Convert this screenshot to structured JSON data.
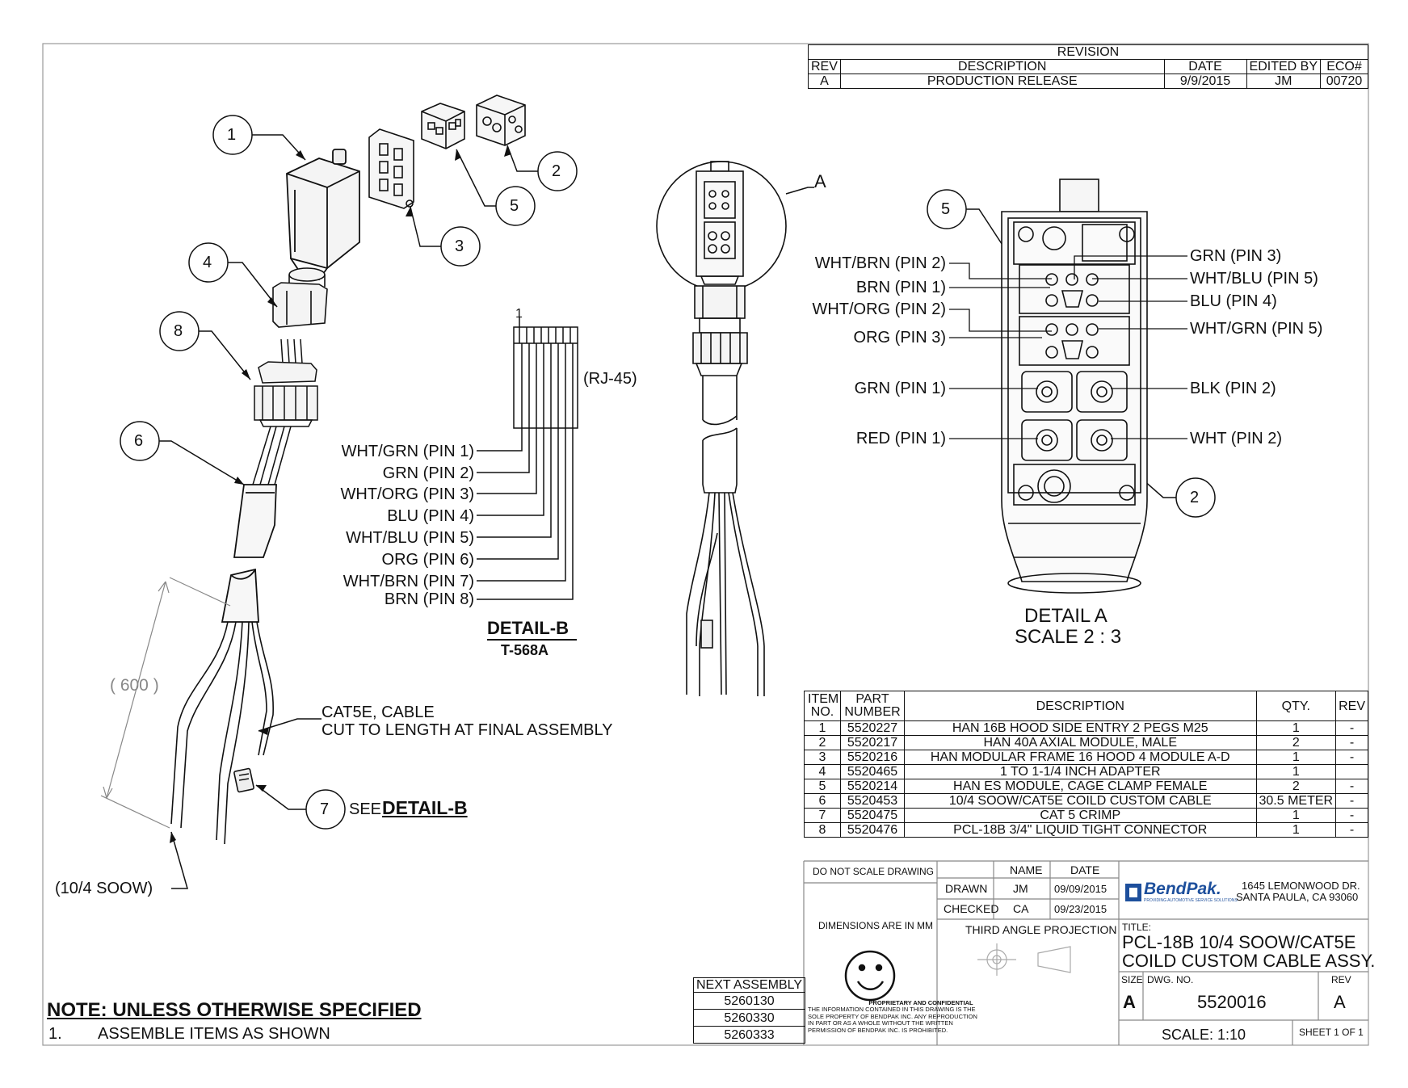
{
  "revision": {
    "title": "REVISION",
    "headers": [
      "REV",
      "DESCRIPTION",
      "DATE",
      "EDITED BY",
      "ECO#"
    ],
    "rows": [
      [
        "A",
        "PRODUCTION RELEASE",
        "9/9/2015",
        "JM",
        "00720"
      ]
    ]
  },
  "balloons": [
    "1",
    "2",
    "3",
    "4",
    "5",
    "6",
    "7",
    "8",
    "5",
    "2"
  ],
  "detail_a_marker": "A",
  "rj45": {
    "pin_one": "1",
    "label": "(RJ-45)",
    "pins": [
      "WHT/GRN (PIN 1)",
      "GRN (PIN 2)",
      "WHT/ORG (PIN 3)",
      "BLU (PIN 4)",
      "WHT/BLU (PIN 5)",
      "ORG (PIN 6)",
      "WHT/BRN (PIN 7)",
      "BRN (PIN 8)"
    ],
    "detail_title": "DETAIL-B",
    "detail_sub": "T-568A"
  },
  "detail_a": {
    "left_labels": [
      "WHT/BRN (PIN 2)",
      "BRN (PIN 1)",
      "WHT/ORG (PIN 2)",
      "ORG (PIN 3)",
      "GRN (PIN 1)",
      "RED (PIN 1)"
    ],
    "right_labels": [
      "GRN (PIN 3)",
      "WHT/BLU (PIN 5)",
      "BLU (PIN 4)",
      "WHT/GRN (PIN 5)",
      "BLK (PIN 2)",
      "WHT (PIN 2)"
    ],
    "title": "DETAIL A",
    "scale": "SCALE 2 : 3"
  },
  "cable": {
    "length": "( 600 )",
    "cat5_line1": "CAT5E, CABLE",
    "cat5_line2": "CUT TO LENGTH AT FINAL ASSEMBLY",
    "see": "SEE",
    "see_detail": "DETAIL-B",
    "soow": "(10/4 SOOW)"
  },
  "bom": {
    "headers": [
      "ITEM NO.",
      "PART NUMBER",
      "DESCRIPTION",
      "QTY.",
      "REV"
    ],
    "rows": [
      [
        "1",
        "5520227",
        "HAN 16B HOOD SIDE ENTRY 2 PEGS M25",
        "1",
        "-"
      ],
      [
        "2",
        "5520217",
        "HAN 40A AXIAL MODULE, MALE",
        "2",
        "-"
      ],
      [
        "3",
        "5520216",
        "HAN MODULAR FRAME 16 HOOD 4 MODULE A-D",
        "1",
        "-"
      ],
      [
        "4",
        "5520465",
        "1 TO 1-1/4 INCH ADAPTER",
        "1",
        ""
      ],
      [
        "5",
        "5520214",
        "HAN ES MODULE, CAGE CLAMP FEMALE",
        "2",
        "-"
      ],
      [
        "6",
        "5520453",
        "10/4 SOOW/CAT5E COILD CUSTOM CABLE",
        "30.5 METER",
        "-"
      ],
      [
        "7",
        "5520475",
        "CAT 5 CRIMP",
        "1",
        "-"
      ],
      [
        "8",
        "5520476",
        "PCL-18B 3/4\" LIQUID TIGHT CONNECTOR",
        "1",
        "-"
      ]
    ]
  },
  "next_assembly": {
    "title": "NEXT ASSEMBLY",
    "rows": [
      "5260130",
      "5260330",
      "5260333"
    ]
  },
  "title_block": {
    "do_not_scale": "DO NOT SCALE DRAWING",
    "name": "NAME",
    "date": "DATE",
    "drawn": "DRAWN",
    "drawn_name": "JM",
    "drawn_date": "09/09/2015",
    "checked": "CHECKED",
    "checked_name": "CA",
    "checked_date": "09/23/2015",
    "dimensions": "DIMENSIONS ARE IN MM",
    "projection": "THIRD ANGLE PROJECTION",
    "company": "BendPak.",
    "tagline": "PROVIDING AUTOMOTIVE SERVICE SOLUTIONS",
    "address1": "1645 LEMONWOOD DR.",
    "address2": "SANTA PAULA, CA 93060",
    "title_label": "TITLE:",
    "title1": "PCL-18B 10/4 SOOW/CAT5E",
    "title2": "COILD CUSTOM CABLE ASSY.",
    "size_label": "SIZE",
    "dwg_label": "DWG.  NO.",
    "rev_label": "REV",
    "size": "A",
    "dwg_no": "5520016",
    "rev": "A",
    "scale": "SCALE: 1:10",
    "sheet": "SHEET 1 OF 1",
    "prop_title": "PROPRIETARY AND CONFIDENTIAL",
    "prop_text": "THE INFORMATION CONTAINED IN THIS DRAWING IS THE SOLE PROPERTY OF BENDPAK INC. ANY REPRODUCTION IN PART OR AS A WHOLE WITHOUT THE WRITTEN PERMISSION OF BENDPAK INC. IS PROHIBITED."
  },
  "notes": {
    "title": "NOTE: UNLESS OTHERWISE SPECIFIED",
    "num": "1.",
    "item": "ASSEMBLE ITEMS AS SHOWN"
  }
}
